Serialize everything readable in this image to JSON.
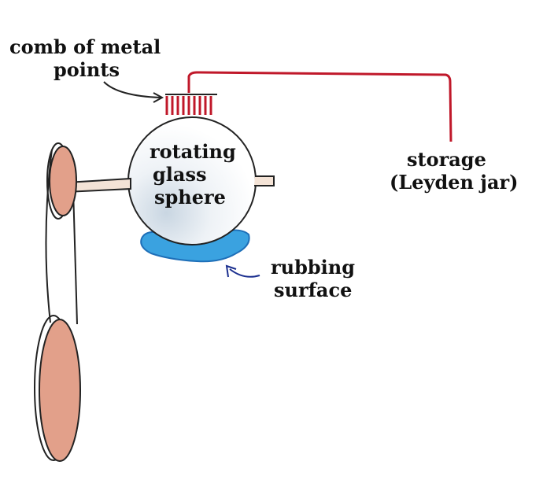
{
  "labels": {
    "comb_line1": "comb of metal",
    "comb_line2": "points",
    "sphere_line1": "rotating",
    "sphere_line2": "glass",
    "sphere_line3": "sphere",
    "storage_line1": "storage",
    "storage_line2": "(Leyden jar)",
    "rubbing_line1": "rubbing",
    "rubbing_line2": "surface"
  },
  "colors": {
    "wire": "#c0182a",
    "comb": "#c0182a",
    "rubbing_pad": "#3aa2e0",
    "pulley_fill": "#e2a08a",
    "sphere_shade": "#c9d6e2",
    "ink": "#111111",
    "arrow_blue": "#1b2f8f"
  }
}
